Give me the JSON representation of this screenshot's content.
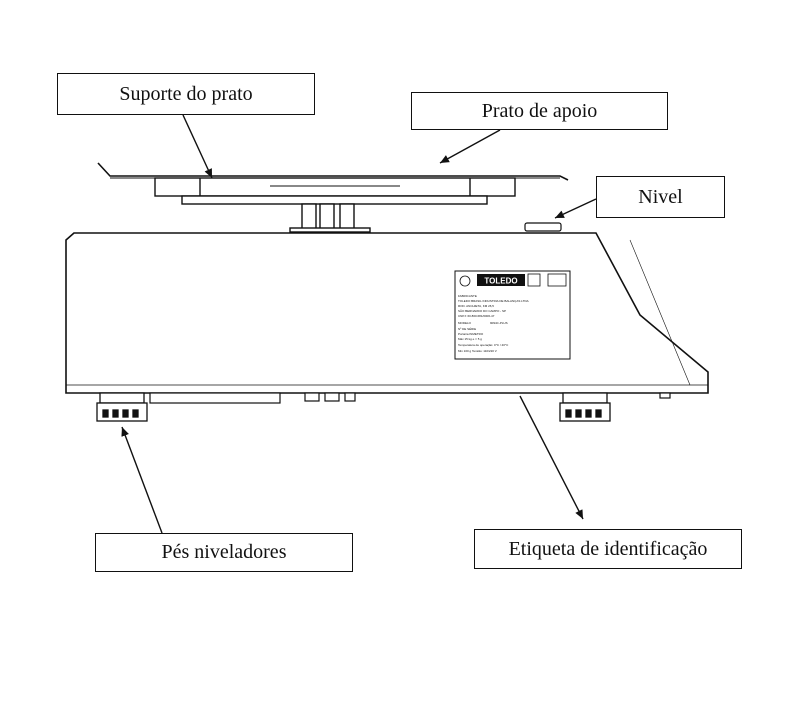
{
  "callouts": {
    "suporte_prato": "Suporte do prato",
    "prato_apoio": "Prato de apoio",
    "nivel": "Nivel",
    "pes_niveladores": "Pés niveladores",
    "etiqueta": "Etiqueta de identificação"
  },
  "label_plate": {
    "brand": "TOLEDO",
    "line_01": "FABRICANTE",
    "line_02": "TOLEDO BRASIL INDUSTRIA DE BALANÇAS LTDA",
    "line_03": "ROD. ANCHIETA, KM 26,5",
    "line_04": "SÃO BERNARDO DO CAMPO - SP",
    "line_05": "CNPJ: 60.860.681/0006-47",
    "line_06": "MODELO",
    "line_07": "9094C-PLUS",
    "line_08": "Nº DE SÉRIE",
    "line_09": "Portaria INMETRO",
    "line_10": "Máx 15 kg  e = 5 g",
    "line_11": "Temperatura de operação: 0°C / 40°C",
    "line_12": "Min 100 g  Tensão: 110/220 V"
  },
  "colors": {
    "line": "#111111",
    "body_fill": "#ffffff",
    "box_border": "#111111"
  }
}
